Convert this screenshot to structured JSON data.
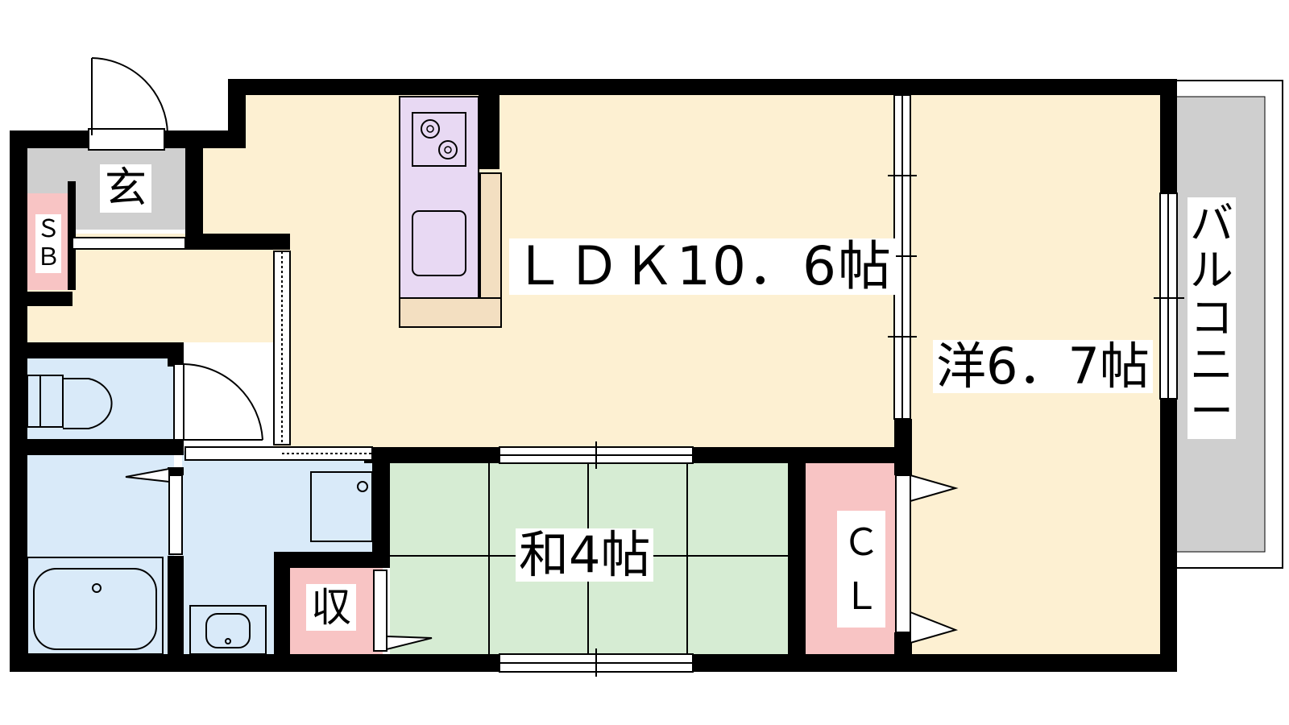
{
  "rooms": {
    "ldk": "ＬＤＫ10．6帖",
    "western": "洋6．7帖",
    "japanese": "和4帖",
    "entrance": "玄",
    "storage": "収",
    "closet": "ＣＬ",
    "shoe_box": "ＳＢ",
    "balcony": "バルコニー"
  },
  "colors": {
    "wall": "#000000",
    "floor": "#fdf0d2",
    "tatami": "#d6ecd3",
    "wet_area": "#d9eaf9",
    "entrance": "#cfcfcf",
    "storage": "#f8c4c4",
    "kitchen": "#e8d9f3",
    "counter": "#f3dfc1",
    "balcony": "#cfcfcf"
  }
}
